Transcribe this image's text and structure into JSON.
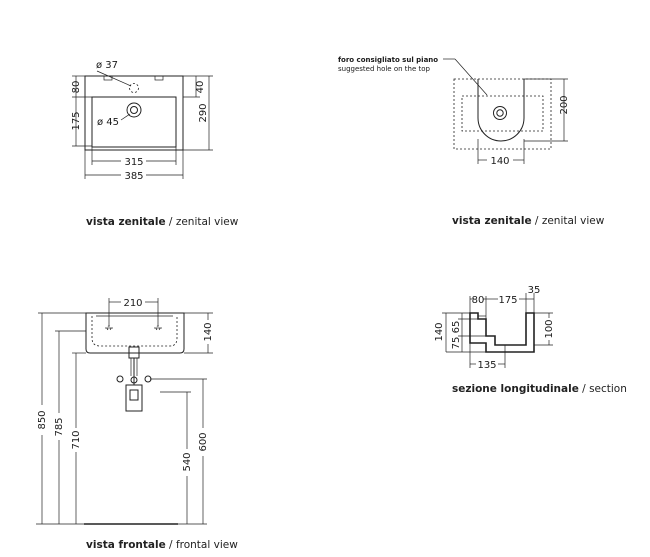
{
  "top_left_view": {
    "dims": {
      "hole_small": "ø 37",
      "hole_large": "ø 45",
      "d80": "80",
      "d175": "175",
      "d40": "40",
      "d290": "290",
      "d315": "315",
      "d385": "385"
    },
    "caption_bold": "vista zenitale",
    "caption_sep": " / ",
    "caption_regular": "zenital view"
  },
  "top_right_view": {
    "note_line1": "foro consigliato sul piano",
    "note_line2": "suggested hole on the top",
    "dims": {
      "d200": "200",
      "d140": "140"
    },
    "caption_bold": "vista zenitale",
    "caption_sep": " / ",
    "caption_regular": "zenital view"
  },
  "front_view": {
    "dims": {
      "d210": "210",
      "d140": "140",
      "d850": "850",
      "d785": "785",
      "d710": "710",
      "d540": "540",
      "d600": "600"
    },
    "caption_bold": "vista frontale",
    "caption_sep": " / ",
    "caption_regular": "frontal view"
  },
  "section_view": {
    "dims": {
      "d80": "80",
      "d175": "175",
      "d35": "35",
      "d140": "140",
      "d75": "75",
      "d65": "65",
      "d100": "100",
      "d135": "135"
    },
    "caption_bold": "sezione longitudinale",
    "caption_sep": " / ",
    "caption_regular": "section"
  }
}
